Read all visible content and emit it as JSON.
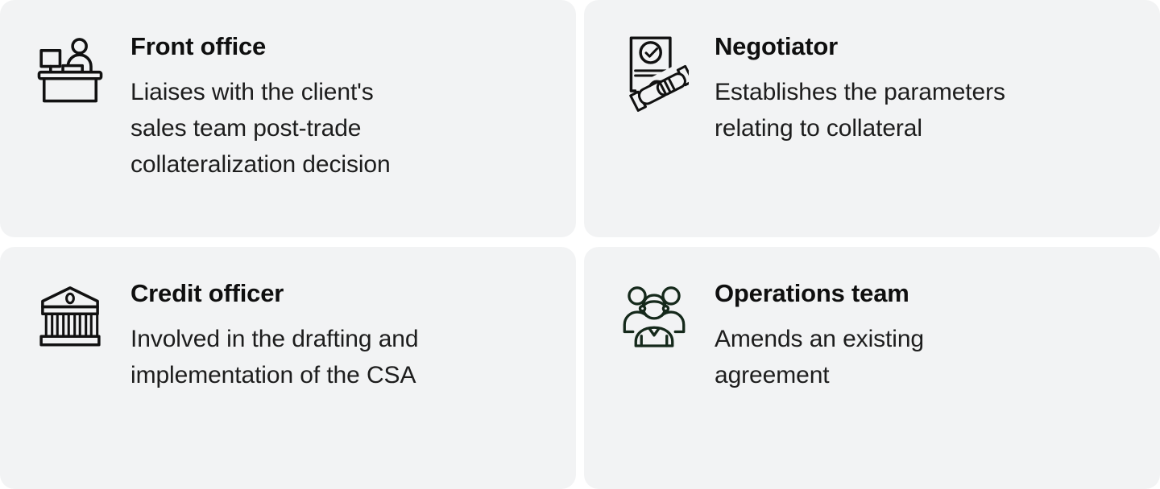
{
  "page": {
    "background": "#ffffff",
    "card_background": "#f2f3f4"
  },
  "colors": {
    "icon_stroke_default": "#111111",
    "icon_stroke_team": "#15291b",
    "title_text": "#0f0f0f",
    "body_text": "#1d1d1d"
  },
  "cards": [
    {
      "title": "Front office",
      "description": "Liaises with the client's\nsales team post-trade\ncollateralization decision",
      "icon": "desk-icon"
    },
    {
      "title": "Negotiator",
      "description": "Establishes the parameters\nrelating to collateral",
      "icon": "document-handshake-icon"
    },
    {
      "title": "Credit officer",
      "description": "Involved in the drafting and\nimplementation of the CSA",
      "icon": "bank-icon"
    },
    {
      "title": "Operations team",
      "description": "Amends an existing\nagreement",
      "icon": "team-icon"
    }
  ]
}
